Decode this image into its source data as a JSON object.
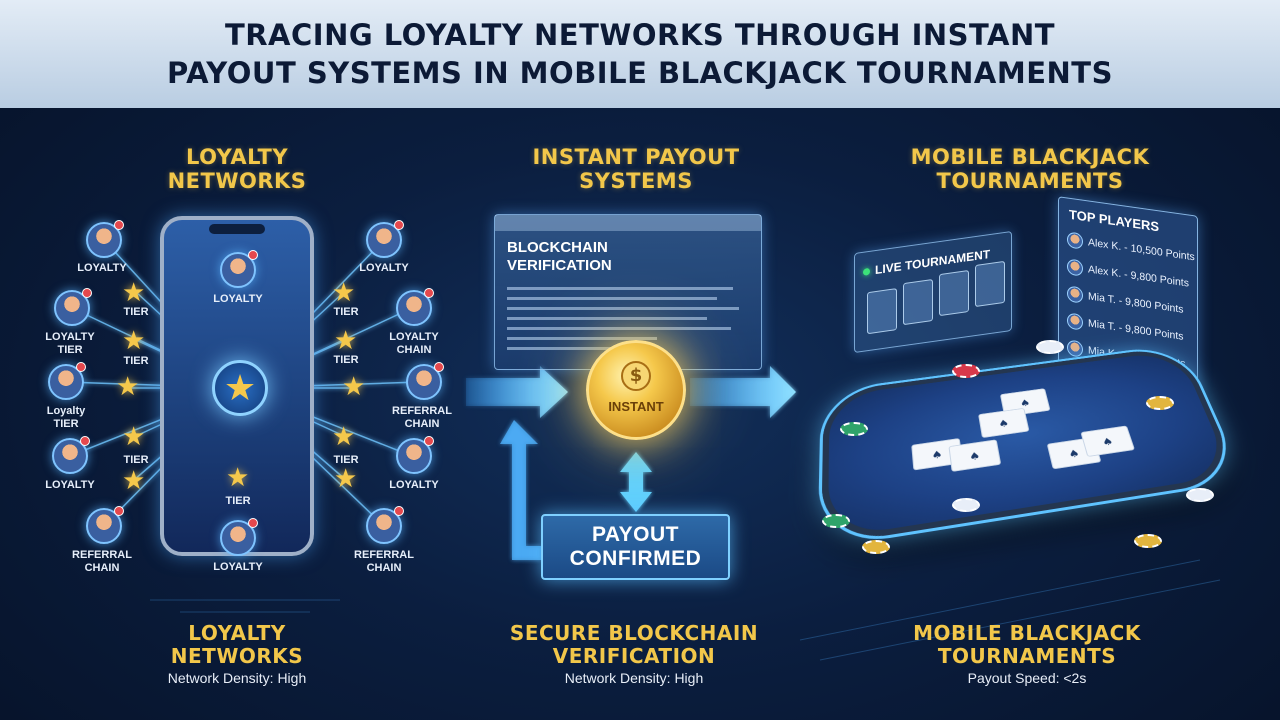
{
  "header": {
    "title_line1": "TRACING LOYALTY NETWORKS THROUGH INSTANT",
    "title_line2": "PAYOUT SYSTEMS IN MOBILE BLACKJACK TOURNAMENTS"
  },
  "columns": {
    "left": {
      "title_line1": "LOYALTY",
      "title_line2": "NETWORKS",
      "bottom_line1": "LOYALTY",
      "bottom_line2": "NETWORKS",
      "bottom_sub": "Network Density: High"
    },
    "middle": {
      "title_line1": "INSTANT PAYOUT",
      "title_line2": "SYSTEMS",
      "bottom_line1": "SECURE BLOCKCHAIN",
      "bottom_line2": "VERIFICATION",
      "bottom_sub": "Network Density: High"
    },
    "right": {
      "title_line1": "MOBILE BLACKJACK",
      "title_line2": "TOURNAMENTS",
      "bottom_line1": "MOBILE BLACKJACK",
      "bottom_line2": "TOURNAMENTS",
      "bottom_sub": "Payout Speed: <2s"
    }
  },
  "network": {
    "phone_labels": {
      "top": "LOYALTY",
      "bottom": "TIER",
      "bottom_avatar": "LOYALTY"
    },
    "left_nodes": [
      {
        "line1": "LOYALTY",
        "line2": ""
      },
      {
        "line1": "LOYALTY",
        "line2": "TIER"
      },
      {
        "line1": "Loyalty",
        "line2": "TIER"
      },
      {
        "line1": "LOYALTY",
        "line2": ""
      },
      {
        "line1": "REFERRAL",
        "line2": "CHAIN"
      }
    ],
    "left_star_labels": [
      "TIER",
      "TIER",
      "TIER"
    ],
    "right_nodes": [
      {
        "line1": "LOYALTY",
        "line2": ""
      },
      {
        "line1": "LOYALTY",
        "line2": "CHAIN"
      },
      {
        "line1": "REFERRAL",
        "line2": "CHAIN"
      },
      {
        "line1": "LOYALTY",
        "line2": ""
      },
      {
        "line1": "REFERRAL",
        "line2": "CHAIN"
      }
    ],
    "right_star_labels": [
      "TIER",
      "TIER",
      "TIER"
    ]
  },
  "payout": {
    "panel_heading_line1": "BLOCKCHAIN",
    "panel_heading_line2": "VERIFICATION",
    "coin_label": "INSTANT",
    "coin_symbol": "$",
    "confirm_line1": "PAYOUT",
    "confirm_line2": "CONFIRMED"
  },
  "tournament": {
    "live_label": "LIVE TOURNAMENT",
    "players_heading": "TOP PLAYERS",
    "players": [
      "Alex K. - 10,500 Points",
      "Alex K. - 9,800 Points",
      "Mia T. - 9,800 Points",
      "Mia T. - 9,800 Points",
      "Mia K. - 9,800 Points"
    ]
  },
  "colors": {
    "accent_gold": "#f2c74a",
    "glow_blue": "#5fc3ff",
    "background": "#0b1e3f",
    "banner": "#cddbea"
  },
  "icons": [
    "star-icon",
    "avatar-icon",
    "coin-icon",
    "arrow-icon",
    "playing-card-icon",
    "chip-icon"
  ]
}
